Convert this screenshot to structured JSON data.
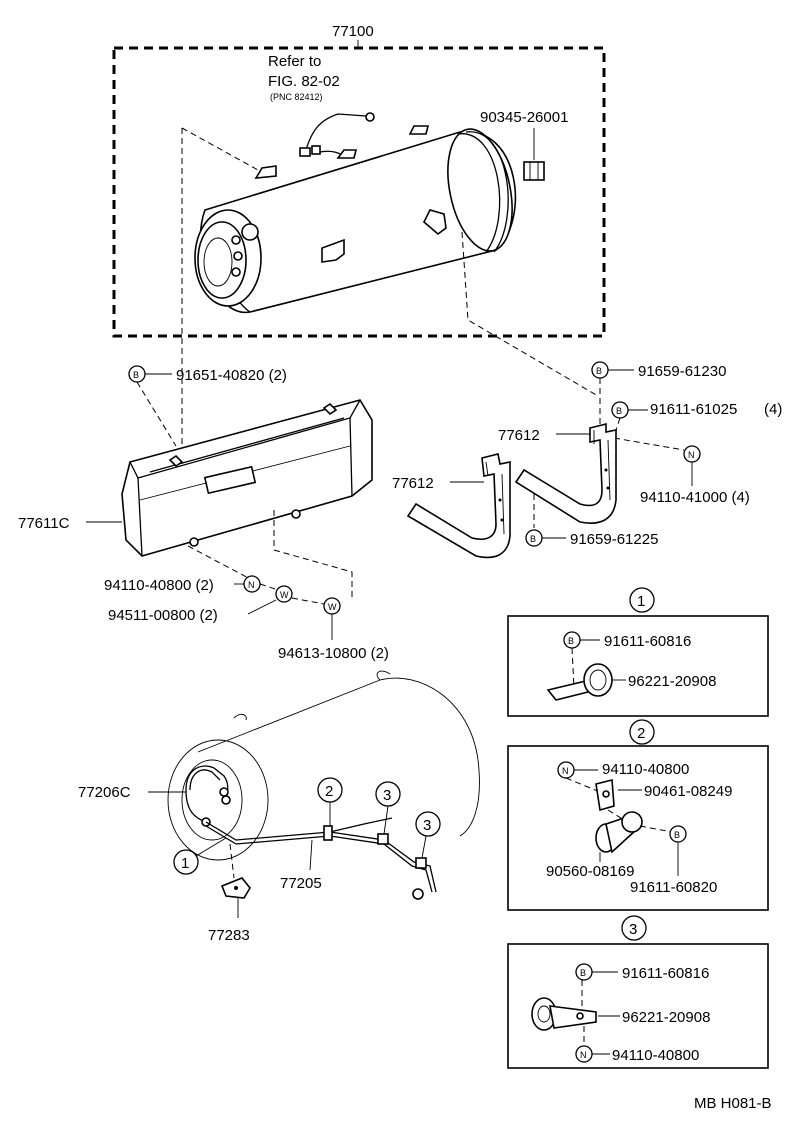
{
  "labels": {
    "assembly": "77100",
    "refer_line1": "Refer to",
    "refer_line2": "FIG. 82-02",
    "refer_pnc": "(PNC 82412)",
    "cap_bolt": "90345-26001",
    "b_91651": "91651-40820 (2)",
    "b_91659_61230": "91659-61230",
    "b_91611_61025": "91611-61025",
    "qty4_a": "(4)",
    "band_upper": "77612",
    "band_lower": "77612",
    "n_94110_41000": "94110-41000 (4)",
    "b_91659_61225": "91659-61225",
    "protector": "77611C",
    "n_94110_40800": "94110-40800 (2)",
    "w_94511": "94511-00800 (2)",
    "w_94613": "94613-10800 (2)",
    "hose_assy": "77206C",
    "tube": "77205",
    "clamp_77283": "77283",
    "footer": "MB H081-B"
  },
  "symbols": {
    "b": "B",
    "n": "N",
    "w": "W",
    "ref1": "1",
    "ref2": "2",
    "ref3": "3"
  },
  "detail1": {
    "key": "1",
    "bolt": "91611-60816",
    "clamp": "96221-20908"
  },
  "detail2": {
    "key": "2",
    "nut": "94110-40800",
    "bracket": "90461-08249",
    "bushing": "90560-08169",
    "bolt": "91611-60820"
  },
  "detail3": {
    "key": "3",
    "bolt": "91611-60816",
    "clamp": "96221-20908",
    "nut": "94110-40800"
  }
}
